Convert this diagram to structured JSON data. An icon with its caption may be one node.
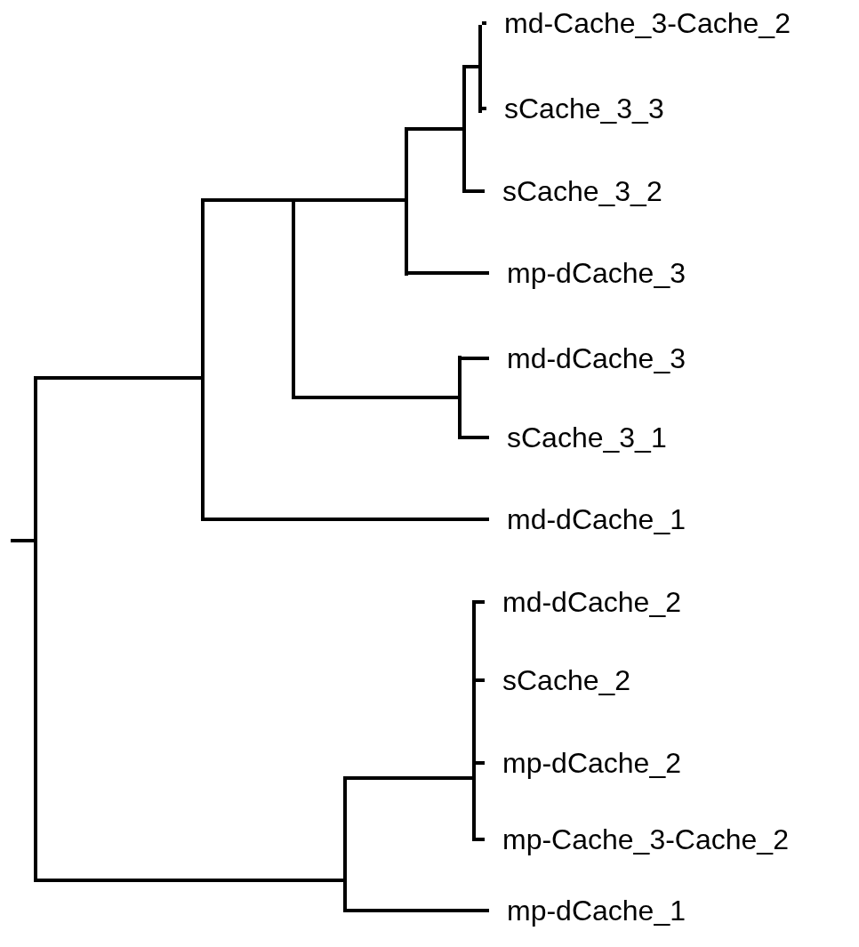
{
  "diagram": {
    "nodes": [
      {
        "text": [
          "md-Cache_3-Cache_2"
        ]
      },
      {
        "text": [
          "sCache_3_3"
        ]
      },
      {
        "text": [
          "sCache_3_2"
        ]
      },
      {
        "text": [
          "mp-dCache_3"
        ]
      },
      {
        "text": [
          "md-dCache_3"
        ]
      },
      {
        "text": [
          "sCache_3_1"
        ]
      },
      {
        "text": [
          "md-dCache_1"
        ]
      },
      {
        "text": [
          "md-dCache_2"
        ]
      },
      {
        "text": [
          "sCache_2"
        ]
      },
      {
        "text": [
          "mp-dCache_2"
        ]
      },
      {
        "text": [
          "mp-Cache_3-Cache_2"
        ]
      },
      {
        "text": [
          "mp-dCache_1"
        ]
      },
      {
        "text": [],
        "shape": "bar"
      },
      {
        "text": [],
        "shape": "bar"
      },
      {
        "text": [],
        "shape": "bar"
      },
      {
        "text": [],
        "shape": "bar"
      },
      {
        "text": [],
        "shape": "bar"
      },
      {
        "text": [],
        "shape": "bar"
      },
      {
        "text": [],
        "shape": "bar"
      },
      {
        "text": [],
        "shape": "bar"
      },
      {
        "text": [],
        "shape": "bar"
      }
    ],
    "edges": [
      {
        "from": null,
        "to": 12,
        "arrow": "none"
      },
      {
        "from": 12,
        "to": 13,
        "arrow": "none"
      },
      {
        "from": 12,
        "to": 19,
        "arrow": "none"
      },
      {
        "from": 13,
        "to": 14,
        "arrow": "none"
      },
      {
        "from": 13,
        "to": 6,
        "arrow": "none"
      },
      {
        "from": 14,
        "to": 15,
        "arrow": "none"
      },
      {
        "from": 14,
        "to": 18,
        "arrow": "none"
      },
      {
        "from": 15,
        "to": 16,
        "arrow": "none"
      },
      {
        "from": 15,
        "to": 3,
        "arrow": "none"
      },
      {
        "from": 16,
        "to": 17,
        "arrow": "none"
      },
      {
        "from": 16,
        "to": 2,
        "arrow": "none"
      },
      {
        "from": 17,
        "to": 0,
        "arrow": "none"
      },
      {
        "from": 17,
        "to": 1,
        "arrow": "none"
      },
      {
        "from": 18,
        "to": 4,
        "arrow": "none"
      },
      {
        "from": 18,
        "to": 5,
        "arrow": "none"
      },
      {
        "from": 19,
        "to": 20,
        "arrow": "none"
      },
      {
        "from": 19,
        "to": 11,
        "arrow": "none"
      },
      {
        "from": 20,
        "to": 7,
        "arrow": "none"
      },
      {
        "from": 20,
        "to": 8,
        "arrow": "none"
      },
      {
        "from": 20,
        "to": 9,
        "arrow": "none"
      },
      {
        "from": 20,
        "to": 10,
        "arrow": "none"
      }
    ]
  }
}
